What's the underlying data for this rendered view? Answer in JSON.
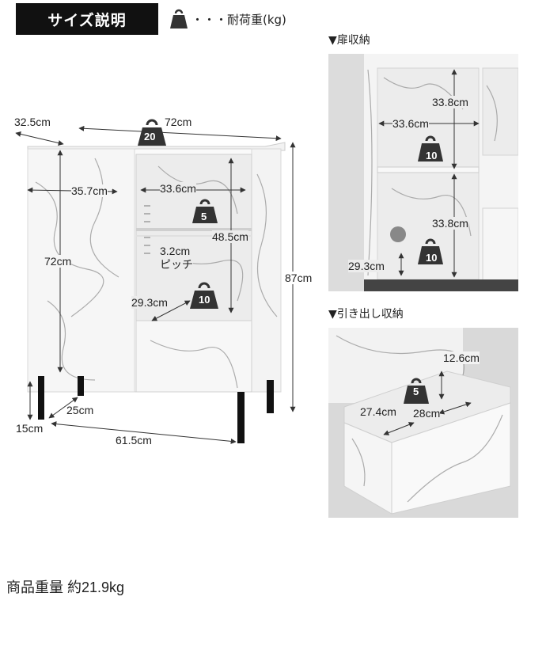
{
  "header": {
    "title": "サイズ説明",
    "legend_text": "・・・耐荷重(kg)"
  },
  "main_diagram": {
    "depth": "32.5cm",
    "width": "72cm",
    "top_load": "20",
    "left_door_width": "35.7cm",
    "left_height": "72cm",
    "shelf_width": "33.6cm",
    "shelf_load": "5",
    "shelf_height": "48.5cm",
    "pitch_value": "3.2cm",
    "pitch_label": "ピッチ",
    "lower_depth": "29.3cm",
    "lower_load": "10",
    "total_height": "87cm",
    "leg_depth": "25cm",
    "leg_height": "15cm",
    "leg_span": "61.5cm"
  },
  "door_storage": {
    "label": "▼扉収納",
    "upper_height": "33.8cm",
    "inner_width": "33.6cm",
    "upper_load": "10",
    "lower_height": "33.8cm",
    "depth": "29.3cm",
    "lower_load": "10"
  },
  "drawer_storage": {
    "label": "▼引き出し収納",
    "height": "12.6cm",
    "load": "5",
    "depth": "27.4cm",
    "width": "28cm"
  },
  "footer": {
    "weight": "商品重量 約21.9kg"
  }
}
